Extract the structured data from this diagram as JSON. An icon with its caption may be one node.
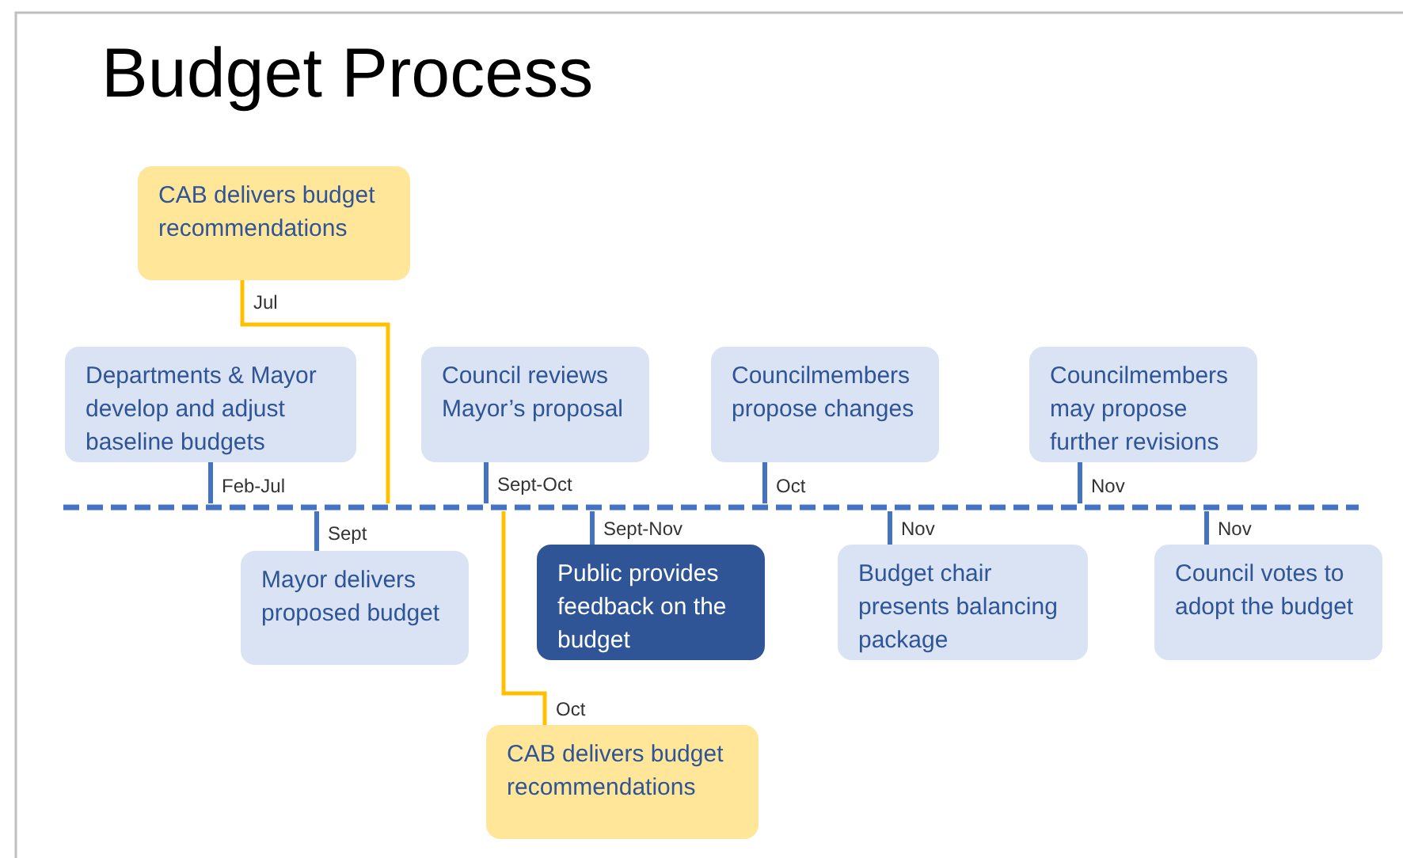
{
  "diagram": {
    "title": "Budget Process",
    "nodes": [
      {
        "text": [
          "CAB delivers budget recommendations"
        ]
      },
      {
        "text": [
          "Departments & Mayor develop and adjust baseline budgets"
        ]
      },
      {
        "text": [
          "Council reviews Mayor’s proposal"
        ]
      },
      {
        "text": [
          "Councilmembers propose changes"
        ]
      },
      {
        "text": [
          "Councilmembers may propose further revisions"
        ]
      },
      {
        "text": [],
        "shape": "bar"
      },
      {
        "text": [
          "Mayor delivers proposed budget"
        ]
      },
      {
        "text": [
          "Public provides feedback on the budget"
        ]
      },
      {
        "text": [
          "Budget chair presents balancing package"
        ]
      },
      {
        "text": [
          "Council votes to adopt the budget"
        ]
      },
      {
        "text": [
          "CAB delivers budget recommendations"
        ]
      }
    ],
    "edges": [
      {
        "from": 0,
        "to": 5,
        "arrow": "none",
        "label": "Jul",
        "color": "#ffc000"
      },
      {
        "from": 1,
        "to": 5,
        "arrow": "none",
        "label": "Feb-Jul"
      },
      {
        "from": 5,
        "to": 6,
        "arrow": "none",
        "label": "Sept"
      },
      {
        "from": 2,
        "to": 5,
        "arrow": "none",
        "label": "Sept-Oct"
      },
      {
        "from": 5,
        "to": 7,
        "arrow": "none",
        "label": "Sept-Nov"
      },
      {
        "from": 5,
        "to": 10,
        "arrow": "none",
        "label": "Oct",
        "color": "#ffc000"
      },
      {
        "from": 3,
        "to": 5,
        "arrow": "none",
        "label": "Oct"
      },
      {
        "from": 5,
        "to": 8,
        "arrow": "none",
        "label": "Nov"
      },
      {
        "from": 4,
        "to": 5,
        "arrow": "none",
        "label": "Nov"
      },
      {
        "from": 5,
        "to": 9,
        "arrow": "none",
        "label": "Nov"
      }
    ]
  }
}
